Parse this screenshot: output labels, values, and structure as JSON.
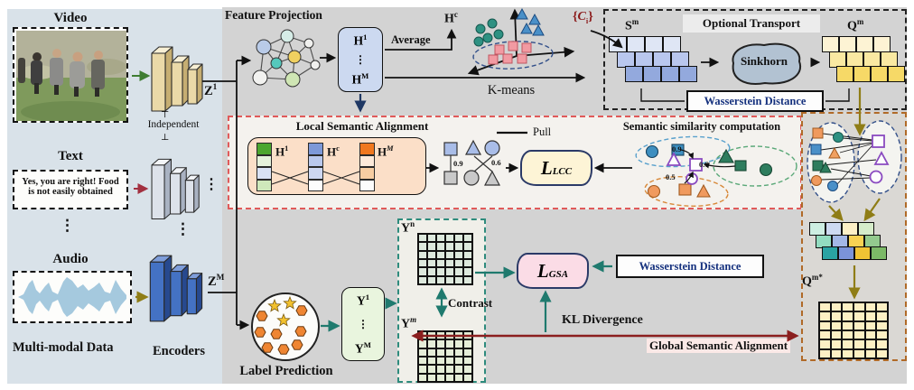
{
  "colors": {
    "left_panel_bg": "#d9e2e9",
    "main_bg": "#d3d3d3",
    "local_box_border": "#e05a5a",
    "gsa_box_border": "#2e8b7d",
    "transport_box_border": "#b06a28",
    "teal_arrow": "#1f7a6e",
    "olive_arrow": "#8f7d16",
    "dark_red_arrow": "#8b1f1f",
    "navy_text": "#15317e",
    "navy_arrow": "#1f3864",
    "green_arrow": "#3e7d32",
    "lsa_fill": "#fbdfc8",
    "llcc_fill": "#fdf4d6",
    "lgsa_fill": "#fbdce6",
    "h_box_fill": "#ccd9f0",
    "y_box_fill": "#e9f5de",
    "sinkhorn_fill": "#b2c2d2"
  },
  "left_panel": {
    "video_title": "Video",
    "tick_top": "⊤",
    "independent_label": "Independent",
    "tick_bottom": "⊥",
    "text_title": "Text",
    "text_quote_line1": "Yes, you are right! Food",
    "text_quote_line2": "is not easily obtained",
    "ellipsis": "⋮",
    "audio_title": "Audio",
    "multimodal_label": "Multi-modal Data",
    "encoders_label": "Encoders",
    "z1": {
      "base": "Z",
      "sup": "1"
    },
    "zm": {
      "base": "Z",
      "sup": "M"
    }
  },
  "feature_projection": {
    "title": "Feature Projection",
    "h1": {
      "base": "H",
      "sup": "1"
    },
    "dots": "⋮",
    "hm": {
      "base": "H",
      "sup": "M"
    },
    "average_label": "Average",
    "hc": {
      "base": "H",
      "sup": "c"
    },
    "kmeans_label": "K-means",
    "clusters_label": {
      "open": "{",
      "base": "C",
      "sub": "i",
      "close": "}"
    }
  },
  "optimal_transport": {
    "title": "Optional Transport",
    "sm": {
      "base": "S",
      "sup": "m"
    },
    "sinkhorn_label": "Sinkhorn",
    "qm": {
      "base": "Q",
      "sup": "m"
    },
    "wasserstein_label": "Wasserstein Distance"
  },
  "local_alignment": {
    "title": "Local Semantic Alignment",
    "h1": {
      "base": "H",
      "sup": "1"
    },
    "hc": {
      "base": "H",
      "sup": "c"
    },
    "hm": {
      "base": "H",
      "sup": "M"
    },
    "pair_similarity_1": "0.9",
    "pair_similarity_2": "0.6",
    "pull_label": "Pull",
    "loss": {
      "base": "L",
      "sub": "LCC"
    },
    "ssc_title": "Semantic similarity computation",
    "sim_blue": "0.9",
    "sim_green": "0.6",
    "sim_orange": "0.5"
  },
  "transport_refine": {
    "qm_star": {
      "base": "Q",
      "sup": "m*"
    }
  },
  "global_alignment": {
    "label_prediction_title": "Label Prediction",
    "y1": {
      "base": "Y",
      "sup": "1"
    },
    "dots": "⋮",
    "ym": {
      "base": "Y",
      "sup": "M"
    },
    "yn": {
      "base": "Y",
      "sup": "n"
    },
    "ym_small": {
      "base": "Y",
      "sup": "m"
    },
    "contrast_label": "Contrast",
    "loss": {
      "base": "L",
      "sub": "GSA"
    },
    "wasserstein_label": "Wasserstein Distance",
    "kl_label": "KL Divergence",
    "title": "Global Semantic Alignment"
  }
}
